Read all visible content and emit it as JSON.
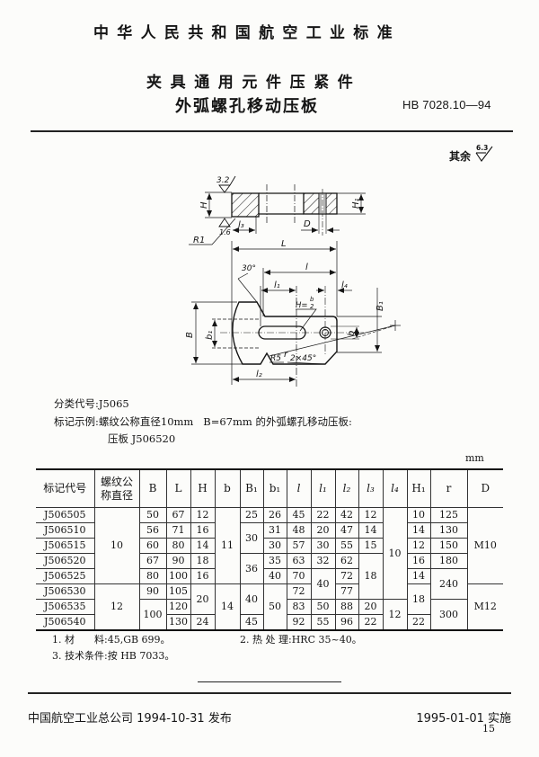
{
  "header": {
    "standard_title": "中华人民共和国航空工业标准"
  },
  "title": {
    "line1": "夹具通用元件压紧件",
    "line2": "外弧螺孔移动压板",
    "code": "HB 7028.10—94"
  },
  "surface_note": {
    "label": "其余",
    "roughness": "6.3"
  },
  "drawing": {
    "labels": {
      "roughness_top": "3.2",
      "roughness_bottom": "1.6",
      "H": "H",
      "R1": "R1",
      "l3": "l₃",
      "D": "D",
      "H1": "H₁",
      "L": "L",
      "l": "l",
      "angle": "30°",
      "l1": "l₁",
      "l4": "l₄",
      "slot_formula_prefix": "H=",
      "slot_formula_num": "b",
      "slot_formula_den": "2",
      "B": "B",
      "b1": "b₁",
      "B1": "B₁",
      "b": "b",
      "r": "r",
      "R5": "R5",
      "chamfer": "2×45°",
      "l2": "l₂"
    }
  },
  "classification": {
    "label": "分类代号:",
    "value": "J5065"
  },
  "marking_example": {
    "label": "标记示例:",
    "text": "螺纹公称直径10mm   B=67mm 的外弧螺孔移动压板:",
    "designation": "压板 J506520"
  },
  "table": {
    "unit": "mm",
    "columns": [
      {
        "key": "code",
        "label": "标记代号"
      },
      {
        "key": "thread",
        "label": "螺纹公\n称直径"
      },
      {
        "key": "B",
        "label": "B"
      },
      {
        "key": "L",
        "label": "L"
      },
      {
        "key": "H",
        "label": "H"
      },
      {
        "key": "b",
        "label": "b"
      },
      {
        "key": "B1",
        "label": "B₁"
      },
      {
        "key": "b1",
        "label": "b₁"
      },
      {
        "key": "l",
        "label": "l",
        "italic": true
      },
      {
        "key": "l1",
        "label": "l₁",
        "italic": true
      },
      {
        "key": "l2",
        "label": "l₂",
        "italic": true
      },
      {
        "key": "l3",
        "label": "l₃",
        "italic": true
      },
      {
        "key": "l4",
        "label": "l₄",
        "italic": true
      },
      {
        "key": "H1",
        "label": "H₁"
      },
      {
        "key": "r",
        "label": "r"
      },
      {
        "key": "D",
        "label": "D"
      }
    ],
    "rows": [
      {
        "cells": [
          {
            "c": "code",
            "v": "J506505"
          },
          {
            "c": "thread",
            "v": "10",
            "rs": 5
          },
          {
            "c": "B",
            "v": "50"
          },
          {
            "c": "L",
            "v": "67"
          },
          {
            "c": "H",
            "v": "12"
          },
          {
            "c": "b",
            "v": "11",
            "rs": 5
          },
          {
            "c": "B1",
            "v": "25"
          },
          {
            "c": "b1",
            "v": "26"
          },
          {
            "c": "l",
            "v": "45"
          },
          {
            "c": "l1",
            "v": "22"
          },
          {
            "c": "l2",
            "v": "42"
          },
          {
            "c": "l3",
            "v": "12"
          },
          {
            "c": "l4",
            "v": "10",
            "rs": 6
          },
          {
            "c": "H1",
            "v": "10"
          },
          {
            "c": "r",
            "v": "125"
          },
          {
            "c": "D",
            "v": "M10",
            "rs": 5
          }
        ]
      },
      {
        "cells": [
          {
            "c": "code",
            "v": "J506510"
          },
          {
            "c": "B",
            "v": "56"
          },
          {
            "c": "L",
            "v": "71"
          },
          {
            "c": "H",
            "v": "16"
          },
          {
            "c": "B1",
            "v": "30",
            "rs": 2
          },
          {
            "c": "b1",
            "v": "31"
          },
          {
            "c": "l",
            "v": "48"
          },
          {
            "c": "l1",
            "v": "20"
          },
          {
            "c": "l2",
            "v": "47"
          },
          {
            "c": "l3",
            "v": "14"
          },
          {
            "c": "H1",
            "v": "14"
          },
          {
            "c": "r",
            "v": "130"
          }
        ]
      },
      {
        "cells": [
          {
            "c": "code",
            "v": "J506515"
          },
          {
            "c": "B",
            "v": "60"
          },
          {
            "c": "L",
            "v": "80"
          },
          {
            "c": "H",
            "v": "14"
          },
          {
            "c": "b1",
            "v": "30"
          },
          {
            "c": "l",
            "v": "57"
          },
          {
            "c": "l1",
            "v": "30"
          },
          {
            "c": "l2",
            "v": "55"
          },
          {
            "c": "l3",
            "v": "15"
          },
          {
            "c": "H1",
            "v": "12"
          },
          {
            "c": "r",
            "v": "150"
          }
        ]
      },
      {
        "cells": [
          {
            "c": "code",
            "v": "J506520"
          },
          {
            "c": "B",
            "v": "67"
          },
          {
            "c": "L",
            "v": "90"
          },
          {
            "c": "H",
            "v": "18"
          },
          {
            "c": "B1",
            "v": "36",
            "rs": 2
          },
          {
            "c": "b1",
            "v": "35"
          },
          {
            "c": "l",
            "v": "63"
          },
          {
            "c": "l1",
            "v": "32"
          },
          {
            "c": "l2",
            "v": "62"
          },
          {
            "c": "l3",
            "v": "18",
            "rs": 3
          },
          {
            "c": "H1",
            "v": "16"
          },
          {
            "c": "r",
            "v": "180"
          }
        ]
      },
      {
        "cells": [
          {
            "c": "code",
            "v": "J506525"
          },
          {
            "c": "B",
            "v": "80"
          },
          {
            "c": "L",
            "v": "100"
          },
          {
            "c": "H",
            "v": "16"
          },
          {
            "c": "b1",
            "v": "40"
          },
          {
            "c": "l",
            "v": "70"
          },
          {
            "c": "l1",
            "v": "40",
            "rs": 2
          },
          {
            "c": "l2",
            "v": "72"
          },
          {
            "c": "H1",
            "v": "14"
          },
          {
            "c": "r",
            "v": "240",
            "rs": 2
          }
        ]
      },
      {
        "cells": [
          {
            "c": "code",
            "v": "J506530"
          },
          {
            "c": "thread",
            "v": "12",
            "rs": 3
          },
          {
            "c": "B",
            "v": "90"
          },
          {
            "c": "L",
            "v": "105"
          },
          {
            "c": "H",
            "v": "20",
            "rs": 2
          },
          {
            "c": "b",
            "v": "14",
            "rs": 3
          },
          {
            "c": "B1",
            "v": "40",
            "rs": 2
          },
          {
            "c": "b1",
            "v": "50",
            "rs": 3
          },
          {
            "c": "l",
            "v": "72"
          },
          {
            "c": "l2",
            "v": "77"
          },
          {
            "c": "H1",
            "v": "18",
            "rs": 2
          },
          {
            "c": "D",
            "v": "M12",
            "rs": 3
          }
        ]
      },
      {
        "cells": [
          {
            "c": "code",
            "v": "J506535"
          },
          {
            "c": "B",
            "v": "100",
            "rs": 2
          },
          {
            "c": "L",
            "v": "120"
          },
          {
            "c": "l",
            "v": "83"
          },
          {
            "c": "l1",
            "v": "50"
          },
          {
            "c": "l2",
            "v": "88"
          },
          {
            "c": "l3",
            "v": "20"
          },
          {
            "c": "l4",
            "v": "12",
            "rs": 2
          },
          {
            "c": "r",
            "v": "300",
            "rs": 2
          }
        ]
      },
      {
        "cells": [
          {
            "c": "code",
            "v": "J506540"
          },
          {
            "c": "L",
            "v": "130"
          },
          {
            "c": "H",
            "v": "24"
          },
          {
            "c": "B1",
            "v": "45"
          },
          {
            "c": "l",
            "v": "92"
          },
          {
            "c": "l1",
            "v": "55"
          },
          {
            "c": "l2",
            "v": "96"
          },
          {
            "c": "l3",
            "v": "22"
          },
          {
            "c": "H1",
            "v": "22"
          }
        ]
      }
    ]
  },
  "notes": [
    "1. 材　　料:45,GB 699。",
    "2. 热 处 理:HRC 35~40。",
    "3. 技术条件:按 HB 7033。"
  ],
  "footer": {
    "issuer": "中国航空工业总公司 1994-10-31 发布",
    "effective": "1995-01-01 实施",
    "page": "15"
  }
}
